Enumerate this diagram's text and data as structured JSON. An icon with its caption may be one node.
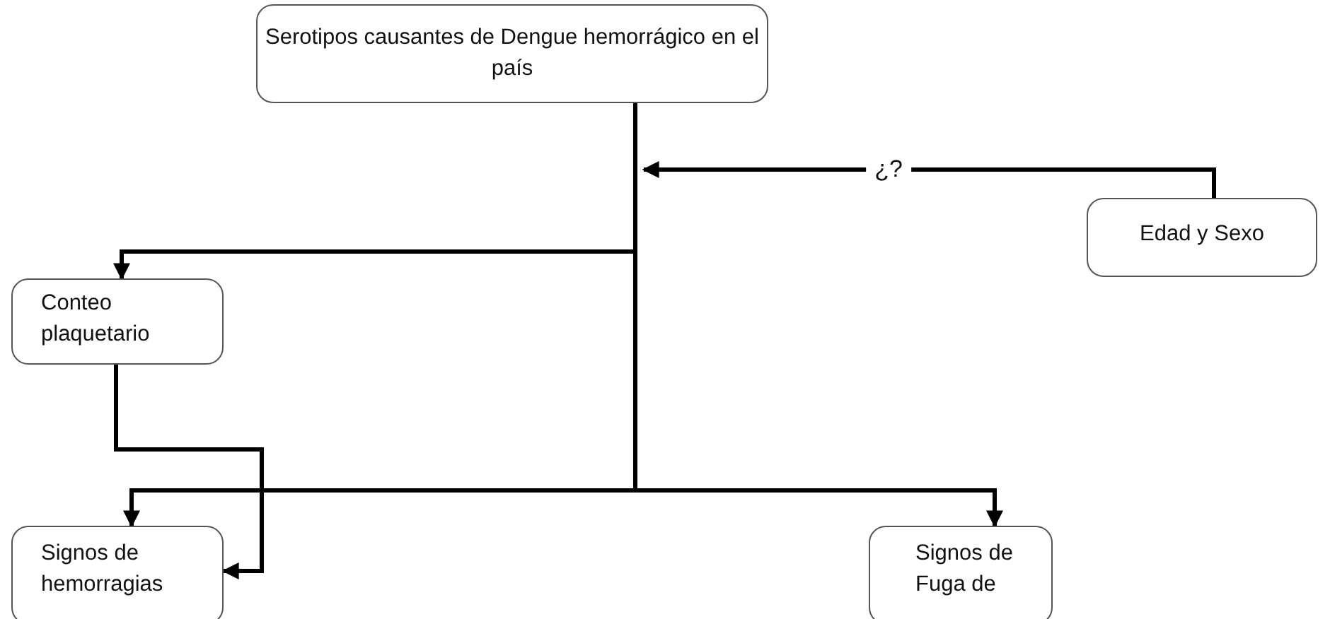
{
  "diagram": {
    "nodes": [
      {
        "text": [
          "Serotipos causantes de Dengue hemorrágico en el país"
        ]
      },
      {
        "text": [
          "Edad y Sexo"
        ]
      },
      {
        "text": [
          "Conteo plaquetario"
        ]
      },
      {
        "text": [
          "Signos de hemorragias"
        ]
      },
      {
        "text": [
          "Signos de Fuga de"
        ]
      }
    ],
    "edges": [
      {
        "from": 0,
        "to": 2,
        "arrow": "to"
      },
      {
        "from": 0,
        "to": 3,
        "arrow": "to"
      },
      {
        "from": 0,
        "to": 4,
        "arrow": "to"
      },
      {
        "from": 1,
        "to": null,
        "arrow": "to",
        "label": "¿?"
      },
      {
        "from": 2,
        "to": 3,
        "arrow": "to"
      }
    ]
  }
}
